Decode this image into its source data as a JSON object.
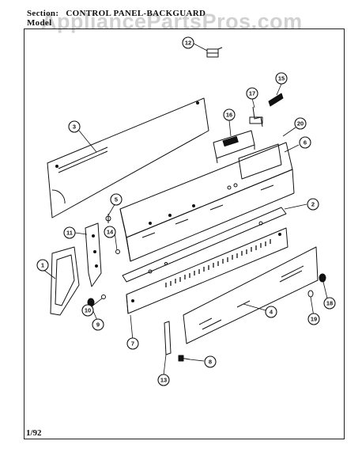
{
  "header": {
    "section_label": "Section:",
    "section_title": "CONTROL PANEL-BACKGUARD",
    "model_label": "Model"
  },
  "watermark": "AppliancePartsPros.com",
  "footer": {
    "date": "1/92"
  },
  "callouts": [
    "1",
    "2",
    "3",
    "4",
    "5",
    "6",
    "7",
    "8",
    "9",
    "10",
    "11",
    "12",
    "13",
    "14",
    "15",
    "16",
    "17",
    "18",
    "19",
    "20"
  ]
}
